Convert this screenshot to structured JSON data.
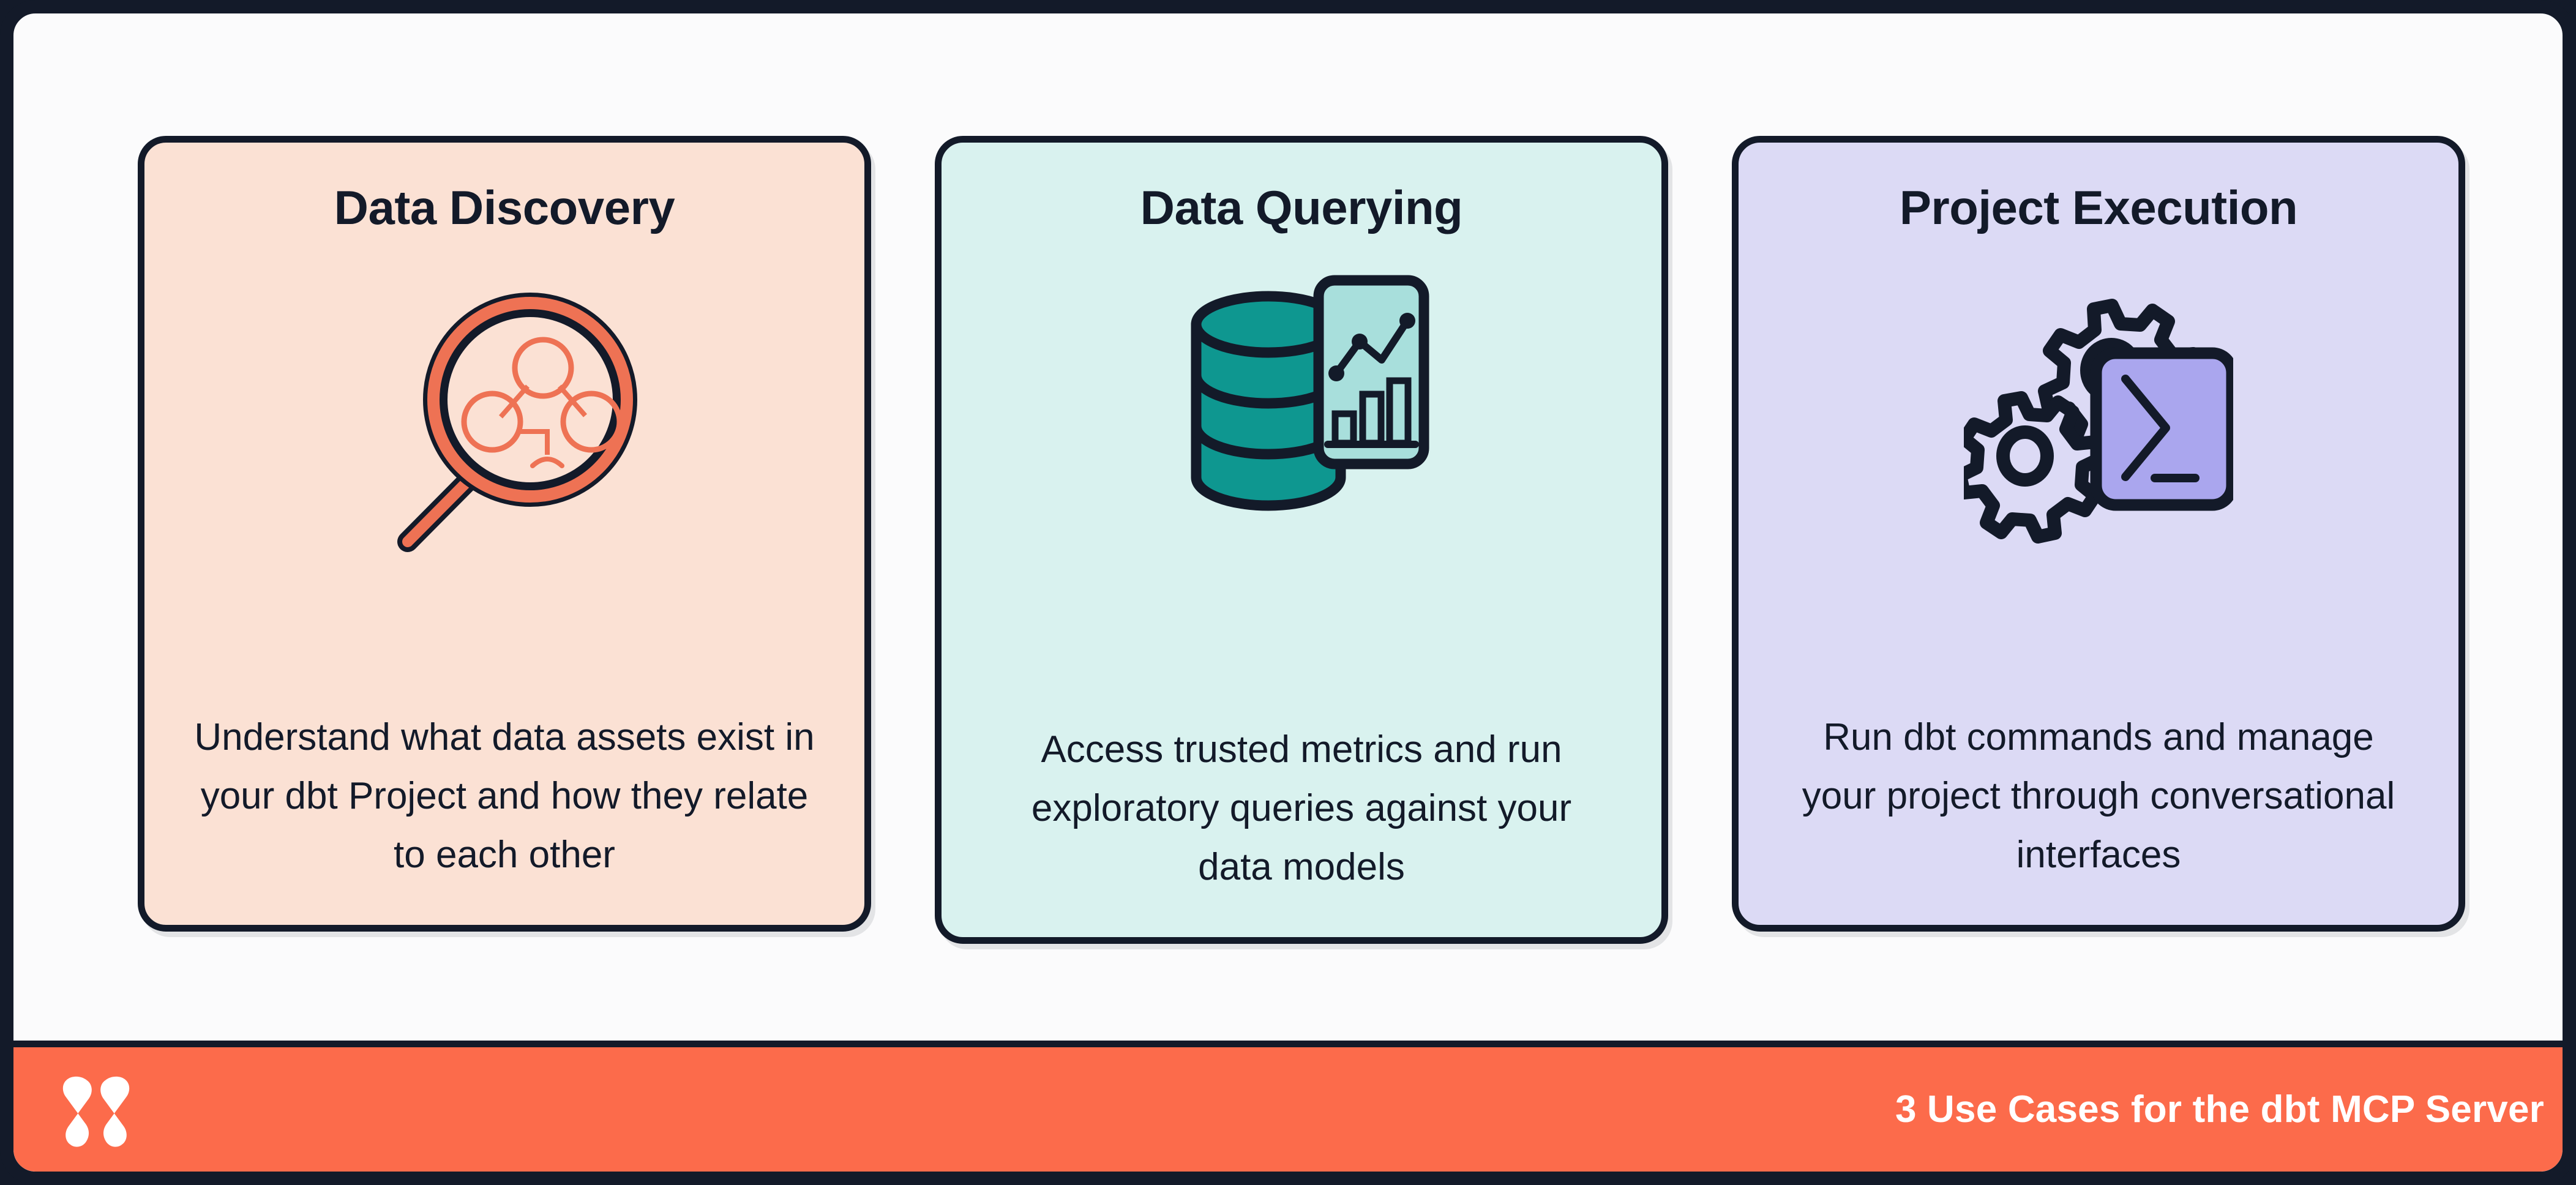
{
  "theme": {
    "ink": "#131A29",
    "page_bg": "#FBFBFC",
    "accent_orange": "#FC6B4B",
    "card_peach": "#FBE1D4",
    "card_mint": "#D9F2EF",
    "card_lavender": "#DCDAF5",
    "icon_salmon": "#EE7254",
    "icon_teal": "#0E9790",
    "icon_teal_light": "#A8DFDC",
    "icon_periwinkle": "#AAA6EE"
  },
  "cards": [
    {
      "title": "Data Discovery",
      "body": "Understand what data assets exist in your dbt Project and how they relate to each other",
      "icon": "magnifier-lineage-icon"
    },
    {
      "title": "Data Querying",
      "body": "Access trusted metrics and run exploratory queries against your data models",
      "icon": "database-chart-icon"
    },
    {
      "title": "Project Execution",
      "body": "Run dbt commands and manage your project through conversational interfaces",
      "icon": "gears-terminal-icon"
    }
  ],
  "footer": {
    "logo": "dbt-logo",
    "caption": "3 Use Cases for the dbt MCP Server"
  }
}
